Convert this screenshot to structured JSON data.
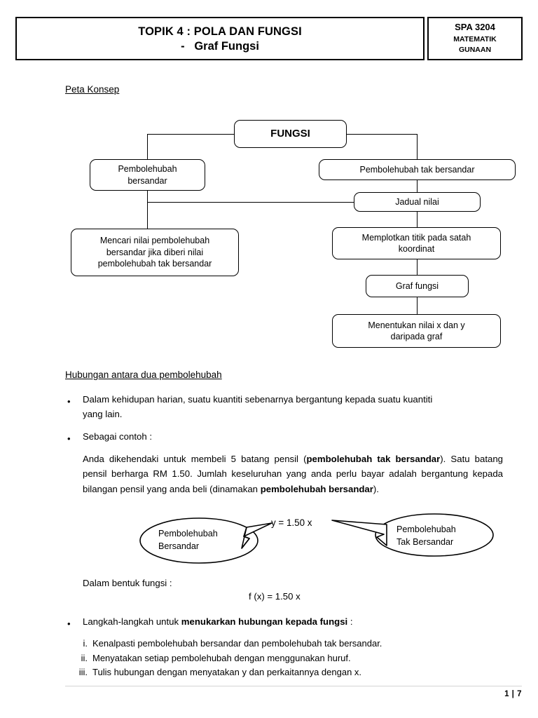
{
  "header": {
    "title_line1": "TOPIK 4 : POLA DAN FUNGSI",
    "title_line2": "-   Graf Fungsi",
    "code": "SPA 3204",
    "subject_line1": "MATEMATIK",
    "subject_line2": "GUNAAN"
  },
  "sections": {
    "peta_konsep_heading": "Peta Konsep",
    "hubungan_heading": "Hubungan antara dua pembolehubah"
  },
  "concept_map": {
    "root": "FUNGSI",
    "left_branch": "Pembolehubah bersandar",
    "left_branch_line1": "Pembolehubah",
    "left_branch_line2": "bersandar",
    "right_branch": "Pembolehubah tak bersandar",
    "jadual_nilai": "Jadual nilai",
    "left_leaf_line1": "Mencari nilai pembolehubah",
    "left_leaf_line2": "bersandar jika diberi nilai",
    "left_leaf_line3": "pembolehubah tak bersandar",
    "plot_line1": "Memplotkan titik pada satah",
    "plot_line2": "koordinat",
    "graf_fungsi": "Graf fungsi",
    "menentukan_line1": "Menentukan nilai x dan y",
    "menentukan_line2": "daripada graf"
  },
  "body": {
    "bullet1_line1": "Dalam kehidupan harian, suatu kuantiti sebenarnya bergantung kepada suatu kuantiti",
    "bullet1_line2": "yang lain.",
    "bullet2": "Sebagai contoh :",
    "paragraph_part1": "Anda dikehendaki untuk membeli 5 batang pensil (",
    "paragraph_bold1": "pembolehubah tak bersandar",
    "paragraph_part2": "). Satu batang pensil  berharga RM 1.50. Jumlah keseluruhan yang anda perlu bayar adalah bergantung kepada bilangan pensil yang anda beli (dinamakan ",
    "paragraph_bold2": "pembolehubah bersandar",
    "paragraph_part3": ").",
    "dalam_bentuk_fungsi": "Dalam bentuk fungsi :",
    "function_equation": "f (x) = 1.50 x",
    "bullet3_part1": "Langkah-langkah untuk ",
    "bullet3_bold": "menukarkan hubungan kepada fungsi",
    "bullet3_part2": " :",
    "bullet_glyph": "•"
  },
  "callouts": {
    "equation": "y = 1.50 x",
    "left_line1": "Pembolehubah",
    "left_line2": "Bersandar",
    "right_line1": "Pembolehubah",
    "right_line2": "Tak Bersandar"
  },
  "steps": [
    {
      "marker": "i.",
      "text": "Kenalpasti pembolehubah bersandar dan pembolehubah tak bersandar."
    },
    {
      "marker": "ii.",
      "text": "Menyatakan setiap pembolehubah dengan menggunakan huruf."
    },
    {
      "marker": "iii.",
      "text": "Tulis hubungan dengan menyatakan y dan perkaitannya dengan x."
    }
  ],
  "footer": {
    "page": "1 | 7"
  }
}
